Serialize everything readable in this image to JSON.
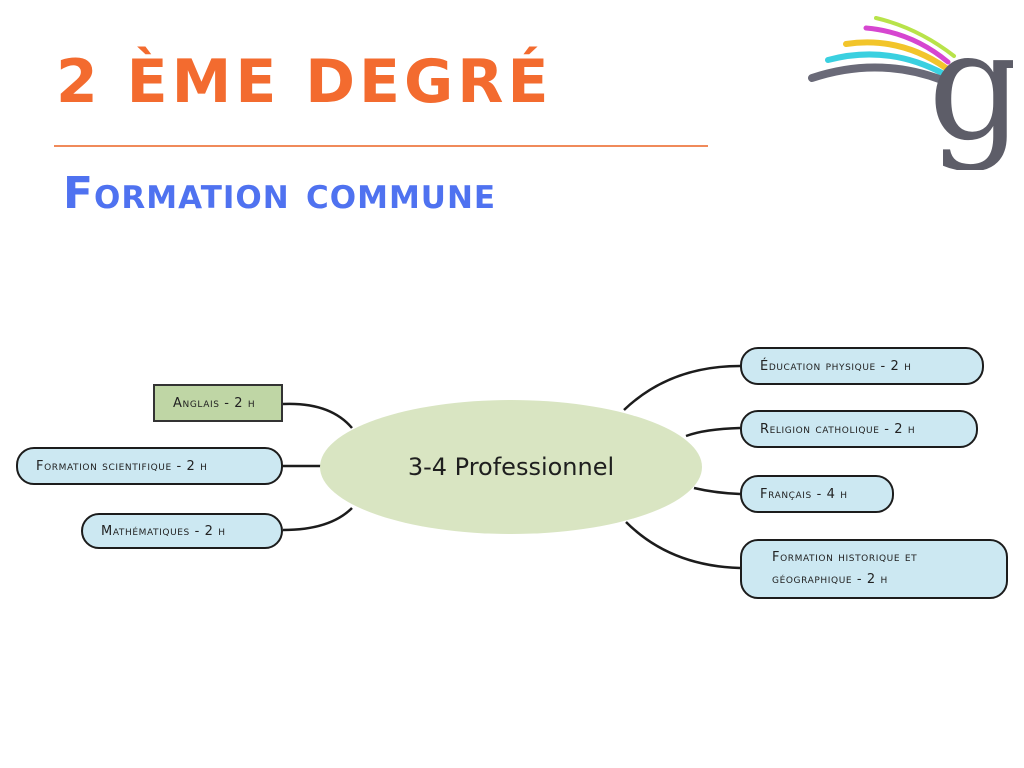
{
  "header": {
    "title": "2 ÈME DEGRÉ",
    "subtitle": "Formation commune"
  },
  "colors": {
    "title": "#f36b2f",
    "subtitle": "#4f72f0",
    "rule": "#f08a5a",
    "central_fill": "#d9e5c2",
    "node_fill": "#cce8f2",
    "node_highlight_fill": "#bfd6a5",
    "stroke": "#1c1c1c"
  },
  "logo": {
    "icon": "g-rainbow-logo-icon",
    "letter": "g",
    "arc_colors": [
      "#b8e34a",
      "#d646d0",
      "#f2c52b",
      "#3ad0e0",
      "#6a6a78"
    ]
  },
  "mindmap": {
    "central": "3-4 Professionnel",
    "left": [
      {
        "label": "Anglais - 2 h",
        "highlight": true
      },
      {
        "label": "Formation scientifique - 2 h",
        "highlight": false
      },
      {
        "label": "Mathématiques - 2 h",
        "highlight": false
      }
    ],
    "right": [
      {
        "label": "Éducation physique - 2 h"
      },
      {
        "label": "Religion catholique - 2 h"
      },
      {
        "label": "Français - 4 h"
      },
      {
        "label": "Formation historique et géographique - 2 h"
      }
    ]
  }
}
